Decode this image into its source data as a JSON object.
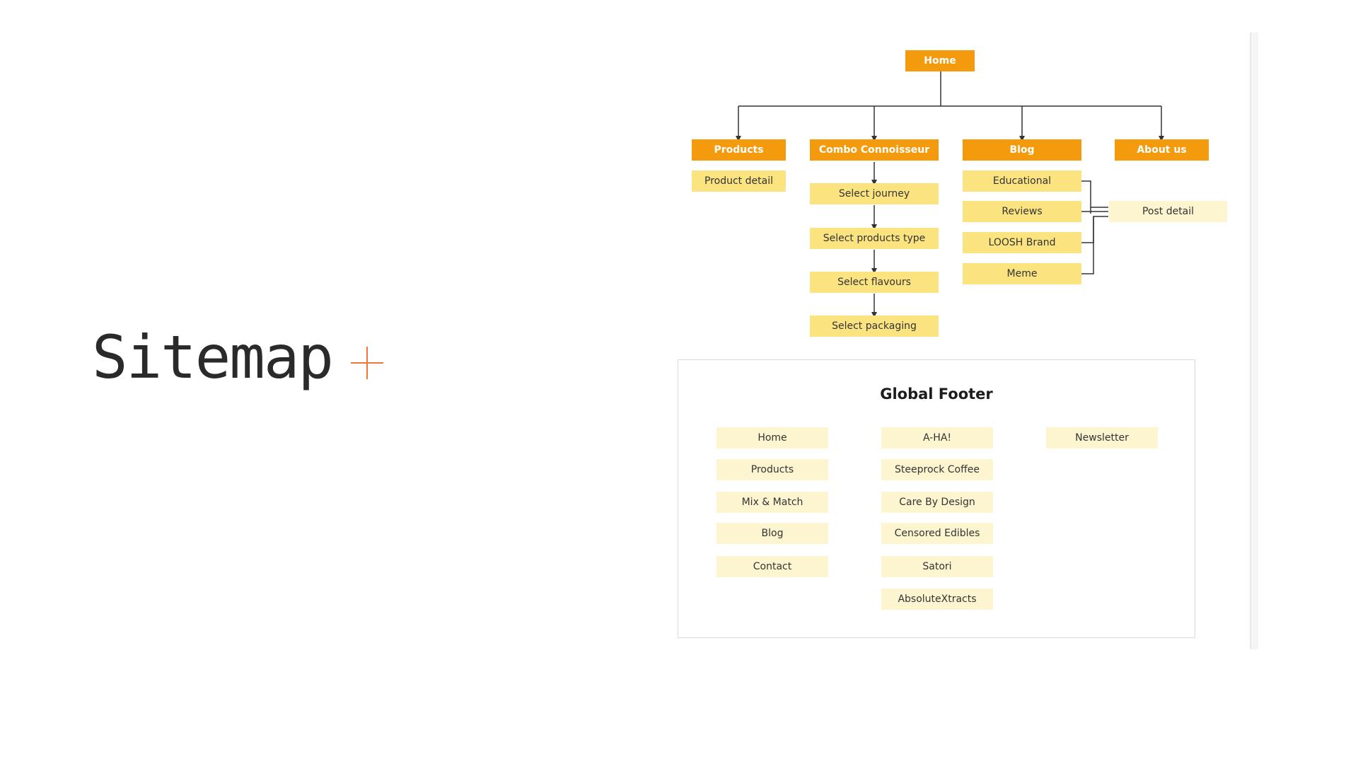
{
  "slide": {
    "title": "Sitemap"
  },
  "colors": {
    "primary_node": "#f39a0d",
    "secondary_node": "#fbe480",
    "light_node": "#fdf5cf",
    "connector": "#333333",
    "plus_accent": "#f4753a"
  },
  "sitemap": {
    "home": "Home",
    "sections": {
      "products": {
        "label": "Products",
        "children": [
          "Product detail"
        ]
      },
      "combo": {
        "label": "Combo Connoisseur",
        "steps": [
          "Select journey",
          "Select products type",
          "Select flavours",
          "Select packaging"
        ]
      },
      "blog": {
        "label": "Blog",
        "children": [
          "Educational",
          "Reviews",
          "LOOSH Brand",
          "Meme"
        ],
        "detail": "Post detail"
      },
      "about": {
        "label": "About us"
      }
    }
  },
  "footer": {
    "title": "Global Footer",
    "col1": [
      "Home",
      "Products",
      "Mix & Match",
      "Blog",
      "Contact"
    ],
    "col2": [
      "A-HA!",
      "Steeprock Coffee",
      "Care By Design",
      "Censored Edibles",
      "Satori",
      "AbsoluteXtracts"
    ],
    "col3": [
      "Newsletter"
    ]
  }
}
